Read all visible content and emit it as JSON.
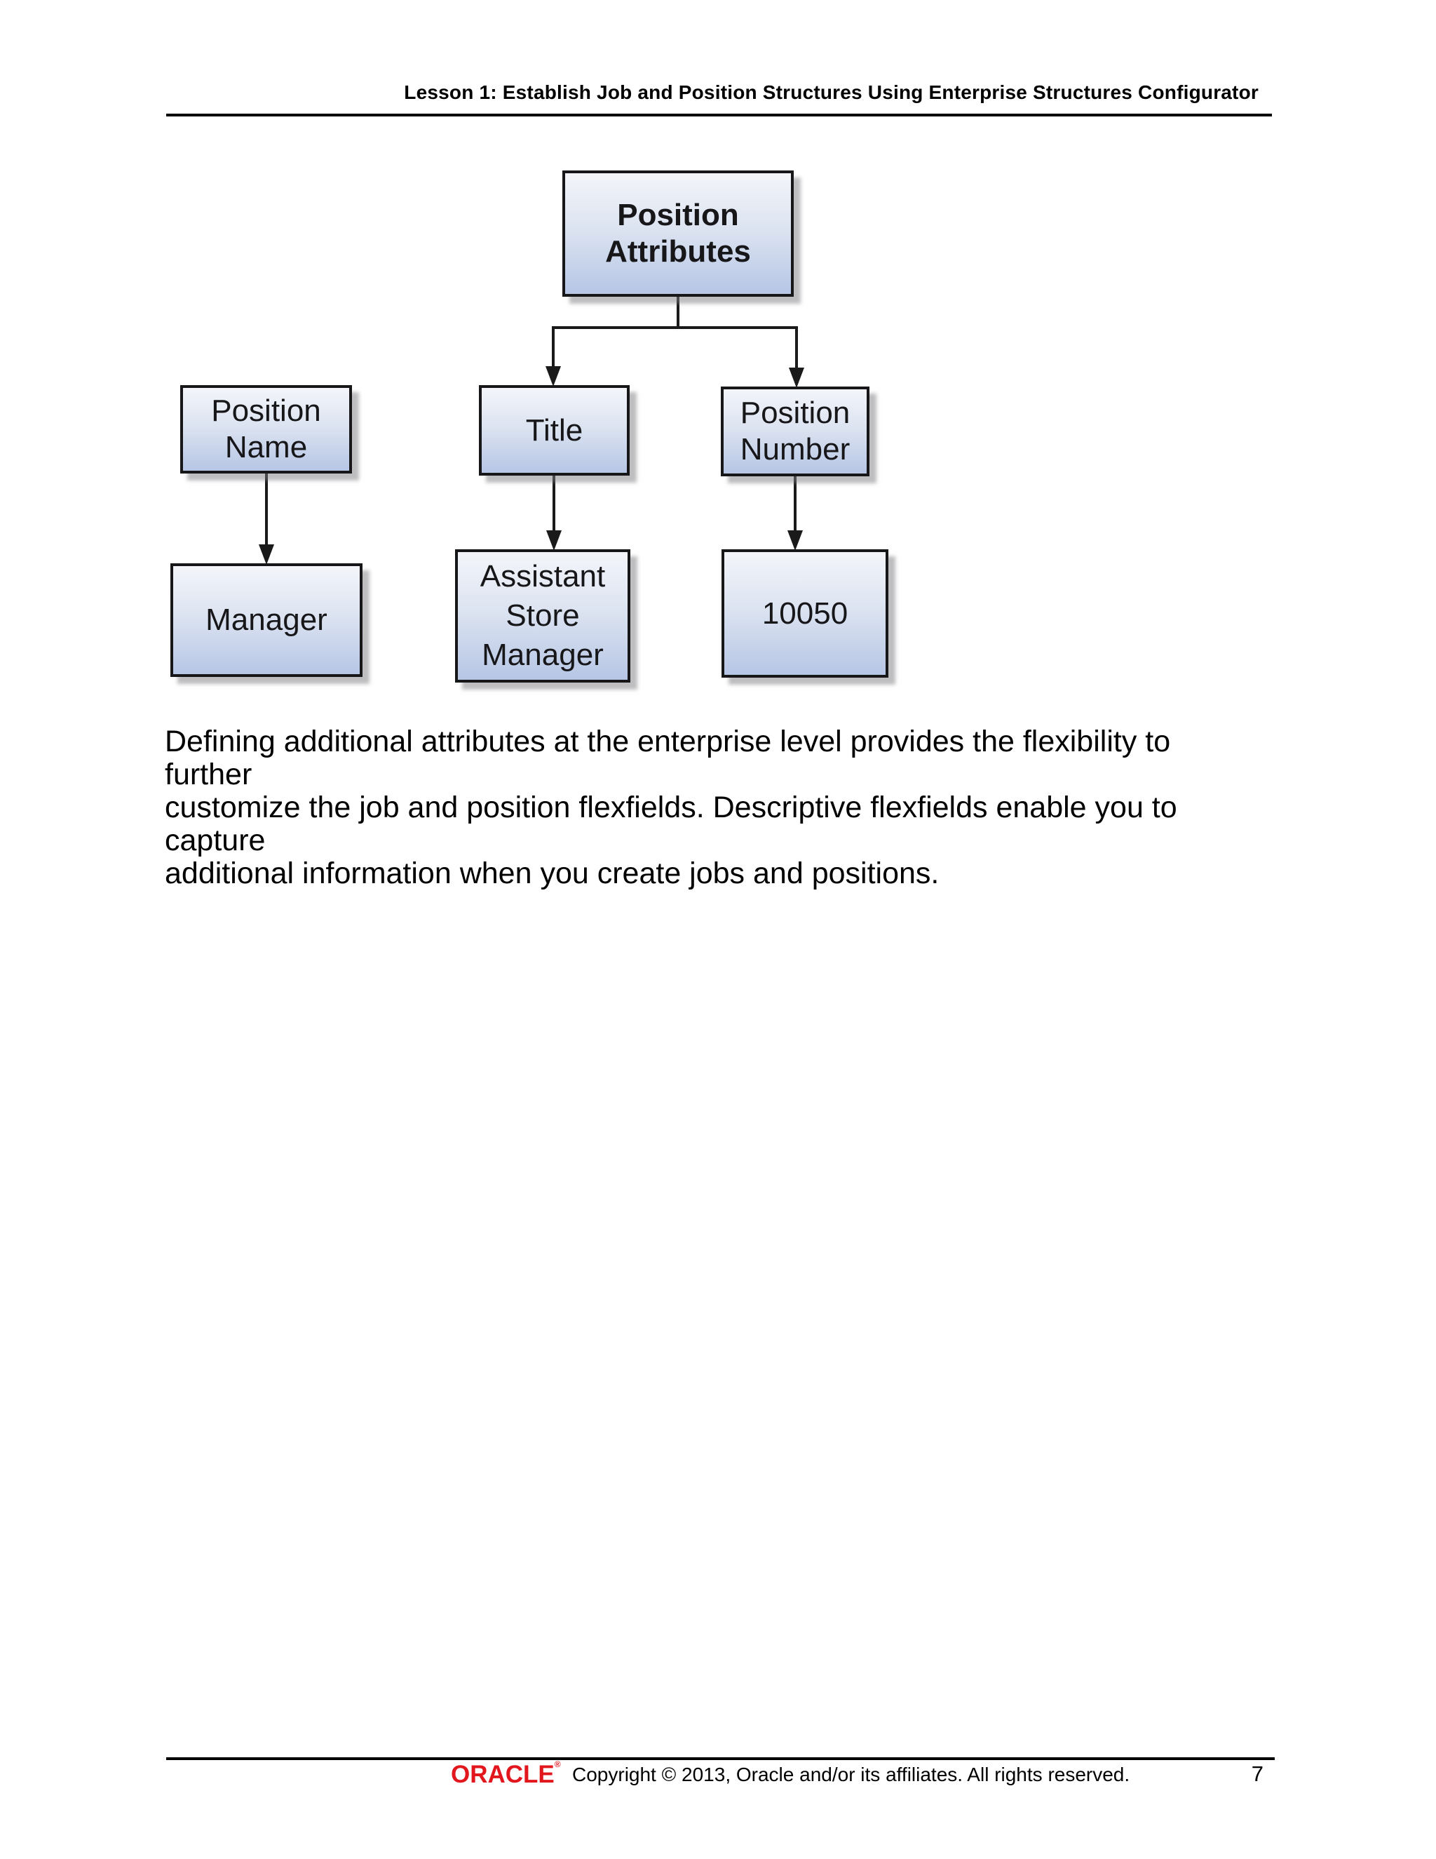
{
  "header": {
    "title": "Lesson 1: Establish Job and Position Structures Using Enterprise Structures Configurator"
  },
  "diagram": {
    "type": "hierarchy",
    "nodes": {
      "position_attributes": {
        "label": "Position Attributes",
        "emphasis": "bold"
      },
      "position_name": {
        "label": "Position Name"
      },
      "title": {
        "label": "Title"
      },
      "position_number": {
        "label": "Position Number"
      },
      "manager": {
        "label": "Manager"
      },
      "assistant_store_manager": {
        "label": "Assistant Store Manager"
      },
      "position_number_value": {
        "label": "10050"
      }
    },
    "edges": [
      {
        "from": "position_attributes",
        "to": "title",
        "arrow": true
      },
      {
        "from": "position_attributes",
        "to": "position_number",
        "arrow": true
      },
      {
        "from": "position_name",
        "to": "manager",
        "arrow": true
      },
      {
        "from": "title",
        "to": "assistant_store_manager",
        "arrow": true
      },
      {
        "from": "position_number",
        "to": "position_number_value",
        "arrow": true
      }
    ],
    "colors": {
      "box_gradient_top": "#f3f5fa",
      "box_gradient_bottom": "#b6c6e5",
      "box_border": "#17171a",
      "connector": "#1a1a1a",
      "shadow": "#7d7d82"
    }
  },
  "paragraph": {
    "full_text": "Defining additional attributes at the enterprise level provides the flexibility to further customize the job and position flexfields. Descriptive flexfields enable you to capture additional information when you create jobs and positions.",
    "lines": [
      "Defining additional attributes at the enterprise level provides the flexibility to further",
      "customize the job and position flexfields. Descriptive flexfields enable you to capture",
      "additional information when you create jobs and positions."
    ]
  },
  "footer": {
    "logo_text": "ORACLE",
    "registered_mark": "®",
    "logo_color": "#e2161d",
    "copyright": "Copyright © 2013, Oracle and/or its affiliates. All rights reserved.",
    "page_number": "7"
  }
}
